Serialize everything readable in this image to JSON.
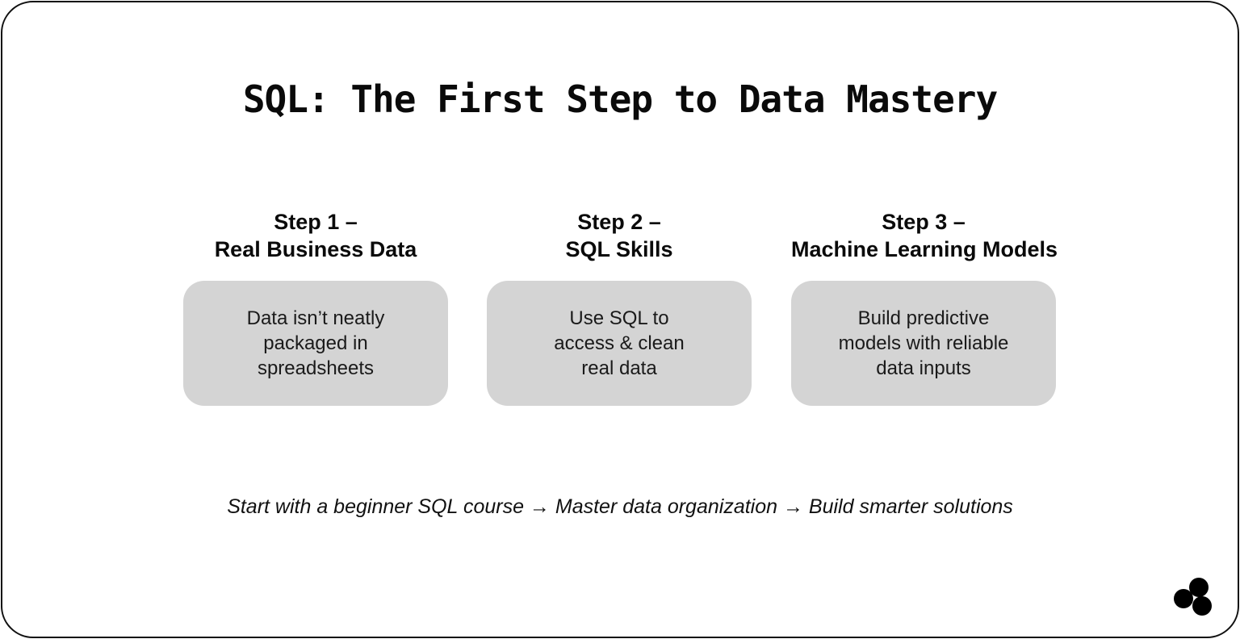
{
  "title": "SQL: The First Step to Data Mastery",
  "steps": [
    {
      "heading_line1": "Step 1 –",
      "heading_line2": "Real Business Data",
      "body_lines": [
        "Data isn’t neatly",
        "packaged in",
        "spreadsheets"
      ]
    },
    {
      "heading_line1": "Step 2 –",
      "heading_line2": "SQL Skills",
      "body_lines": [
        "Use SQL to",
        "access & clean",
        "real data"
      ]
    },
    {
      "heading_line1": "Step 3 –",
      "heading_line2": "Machine Learning Models",
      "body_lines": [
        "Build predictive",
        "models with reliable",
        "data inputs"
      ]
    }
  ],
  "footer": "Start with a beginner SQL course → Master data organization → Build smarter solutions",
  "colors": {
    "box_background": "#d4d4d4",
    "border": "#111111",
    "text": "#0a0a0a"
  },
  "logo": {
    "icon": "three-circles-logo-icon"
  }
}
